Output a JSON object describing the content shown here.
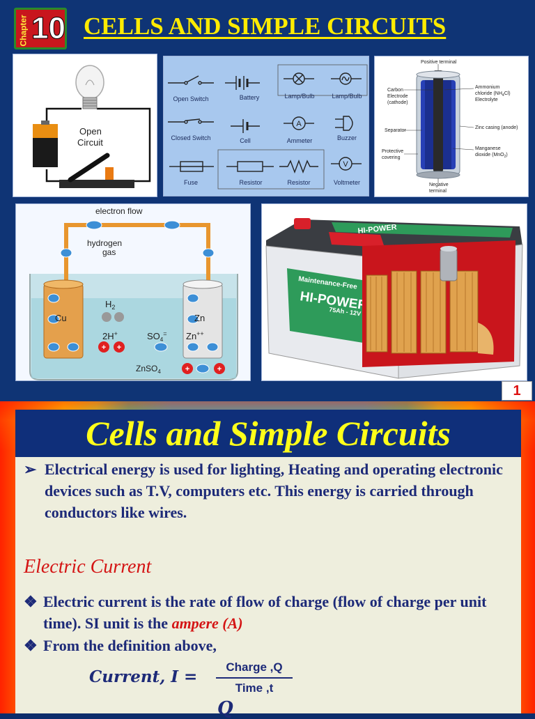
{
  "slide1": {
    "chapter_label": "Chapter",
    "chapter_number": "10",
    "title": "CELLS AND SIMPLE CIRCUITS",
    "slide_number": "1",
    "circuit_panel": {
      "label_line1": "Open",
      "label_line2": "Circuit"
    },
    "symbols": {
      "open_switch": "Open Switch",
      "battery": "Battery",
      "lamp1": "Lamp/Bulb",
      "lamp2": "Lamp/Bulb",
      "closed_switch": "Closed Switch",
      "cell": "Cell",
      "ammeter": "Ammeter",
      "buzzer": "Buzzer",
      "fuse": "Fuse",
      "resistor1": "Resistor",
      "resistor2": "Resistor",
      "voltmeter": "Voltmeter"
    },
    "dry_cell": {
      "positive_terminal": "Positive terminal",
      "carbon1": "Carbon",
      "carbon2": "Electrode",
      "carbon3": "(cathode)",
      "separator": "Separator",
      "protective1": "Protective",
      "protective2": "covering",
      "ammonium1": "Ammonium",
      "ammonium2": "chloride (NH",
      "ammonium3": "Electrolyte",
      "zinc": "Zinc casing (anode)",
      "manganese1": "Manganese",
      "manganese2": "dioxide (MnO",
      "negative1": "Negative",
      "negative2": "terminal"
    },
    "voltaic": {
      "electron_flow": "electron flow",
      "hydrogen1": "hydrogen",
      "hydrogen2": "gas",
      "cu": "Cu",
      "zn": "Zn",
      "h2": "H",
      "two_h": "2H",
      "so4": "SO",
      "zn_ion": "Zn",
      "znso4": "ZnSO"
    },
    "battery": {
      "brand": "Maintenance-Free",
      "model": "HI-POWER",
      "rating": "75Ah - 12V",
      "top_label": "HI-POWER"
    }
  },
  "slide2": {
    "title": "Cells and Simple Circuits",
    "bullet_arrow": "➢",
    "intro": "Electrical energy is used for lighting, Heating and operating electronic devices such as T.V, computers etc. This energy is carried through conductors like wires.",
    "section_heading": "Electric Current",
    "bullet_diamond": "❖",
    "definition_text": "Electric current is the rate of flow of charge (flow of charge per unit time). SI unit is the",
    "si_unit": "ampere (A)",
    "from_definition": "From the definition above,",
    "formula": {
      "lhs": "Current, I =",
      "numerator": "Charge ,Q",
      "denominator": "Time ,t",
      "cut_symbol": "Q"
    }
  },
  "colors": {
    "slide1_bg": "#0f3475",
    "title_yellow": "#ffeb00",
    "content_bg": "#eeeedd",
    "text_navy": "#1d2a78",
    "accent_red": "#d41414"
  }
}
